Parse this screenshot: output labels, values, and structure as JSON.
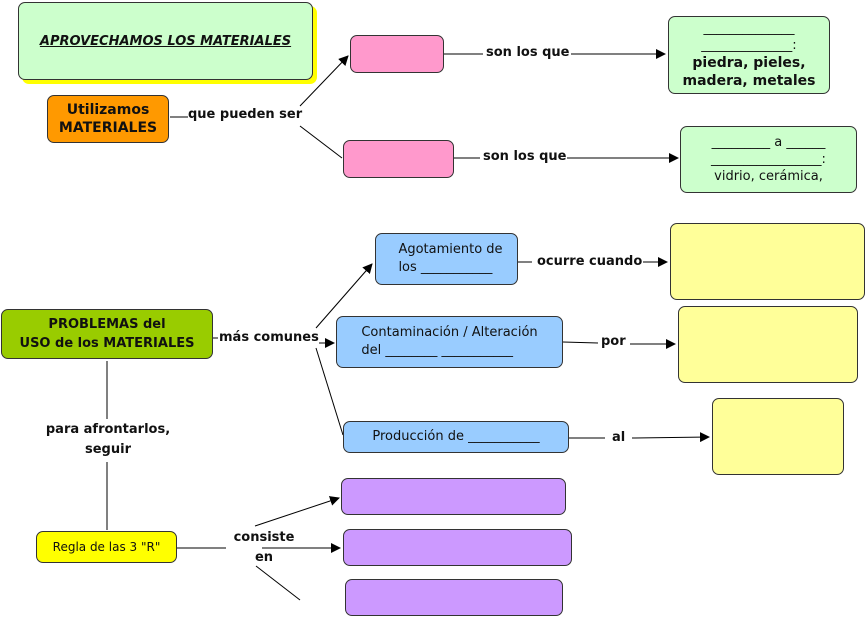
{
  "title": "APROVECHAMOS LOS MATERIALES",
  "top_section": {
    "root": "Utilizamos\nMATERIALES",
    "root_link": "que pueden ser",
    "branches": [
      {
        "link": "son los que",
        "target_line1": "______________",
        "target_line2": "______________:",
        "target_examples": "piedra, pieles,\nmadera, metales"
      },
      {
        "link": "son los que",
        "target_line1": "_________ a ______",
        "target_line2": "_________________:",
        "target_examples": "vidrio, cerámica,"
      }
    ]
  },
  "problems_section": {
    "root": "PROBLEMAS del\nUSO de los MATERIALES",
    "root_link": "más comunes",
    "branches": [
      {
        "text": "Agotamiento de\nlos ___________",
        "link": "ocurre cuando"
      },
      {
        "text": "Contaminación / Alteración\ndel ________  ___________",
        "link": "por"
      },
      {
        "text": "Producción de ___________",
        "link": "al"
      }
    ],
    "down_link": "para afrontarlos,\nseguir"
  },
  "rule_section": {
    "root": "Regla de las 3 \"R\"",
    "link": "consiste\nen"
  }
}
